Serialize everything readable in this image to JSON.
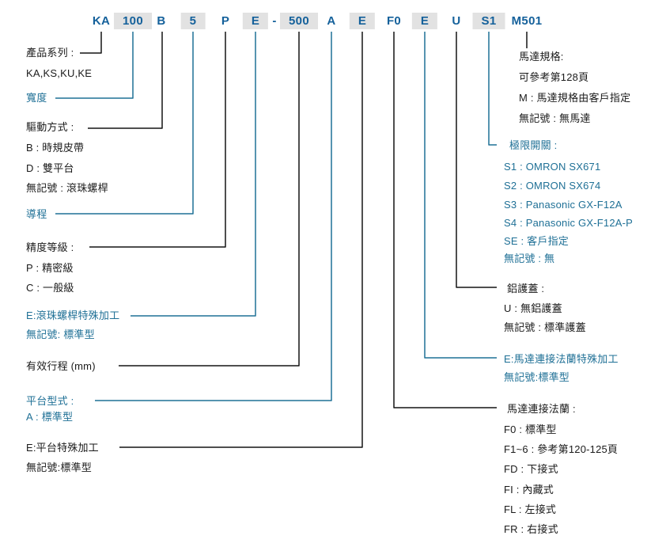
{
  "model_code": {
    "segments": [
      {
        "text": "KA",
        "highlight": false
      },
      {
        "text": "100",
        "highlight": true
      },
      {
        "text": "B",
        "highlight": false
      },
      {
        "text": "5",
        "highlight": true
      },
      {
        "text": "P",
        "highlight": false
      },
      {
        "text": "E",
        "highlight": true
      },
      {
        "text": "-",
        "highlight": false
      },
      {
        "text": "500",
        "highlight": true
      },
      {
        "text": "A",
        "highlight": false
      },
      {
        "text": "E",
        "highlight": true
      },
      {
        "text": "F0",
        "highlight": false
      },
      {
        "text": "E",
        "highlight": true
      },
      {
        "text": "U",
        "highlight": false
      },
      {
        "text": "S1",
        "highlight": true
      },
      {
        "text": "M501",
        "highlight": false
      }
    ]
  },
  "left_groups": [
    {
      "heading": "產品系列 :",
      "items": [
        "KA,KS,KU,KE"
      ]
    },
    {
      "heading": "寬度",
      "items": []
    },
    {
      "heading": "驅動方式 :",
      "items": [
        "B : 時規皮帶",
        "D : 雙平台",
        "無記號 : 滾珠螺桿"
      ]
    },
    {
      "heading": "導程",
      "items": []
    },
    {
      "heading": "精度等級 :",
      "items": [
        "P : 精密級",
        "C : 一般級"
      ]
    },
    {
      "heading": "E:滾珠螺桿特殊加工",
      "items": [
        "無記號: 標準型"
      ]
    },
    {
      "heading": "有效行程 (mm)",
      "items": []
    },
    {
      "heading": "平台型式 :",
      "items": [
        "A : 標準型"
      ]
    },
    {
      "heading": "E:平台特殊加工",
      "items": [
        "無記號:標準型"
      ]
    }
  ],
  "right_groups": [
    {
      "heading": "馬達規格:",
      "items": [
        "可參考第128頁",
        "M : 馬達規格由客戶指定",
        "無記號 : 無馬達"
      ]
    },
    {
      "heading": "極限開關 :",
      "items": [
        "S1 :  OMRON SX671",
        "S2 :  OMRON SX674",
        "S3 :  Panasonic GX-F12A",
        "S4 :  Panasonic GX-F12A-P",
        "SE :  客戶指定",
        "無記號 : 無"
      ]
    },
    {
      "heading": "鋁護蓋 :",
      "items": [
        "U : 無鋁護蓋",
        "無記號 : 標準護蓋"
      ]
    },
    {
      "heading": "E:馬達連接法蘭特殊加工",
      "items": [
        "無記號:標準型"
      ]
    },
    {
      "heading": "馬達連接法蘭 :",
      "items": [
        "F0 : 標準型",
        "F1~6 : 參考第120-125頁",
        "FD : 下接式",
        "FI : 內藏式",
        "FL : 左接式",
        "FR : 右接式"
      ]
    }
  ],
  "colors": {
    "code_text": "#15619b",
    "annotation_blue": "#1f7096",
    "annotation_black": "#1b1b1b",
    "highlight_gray": "#e2e2e2",
    "line_black": "#141414",
    "line_blue": "#1f7096"
  }
}
